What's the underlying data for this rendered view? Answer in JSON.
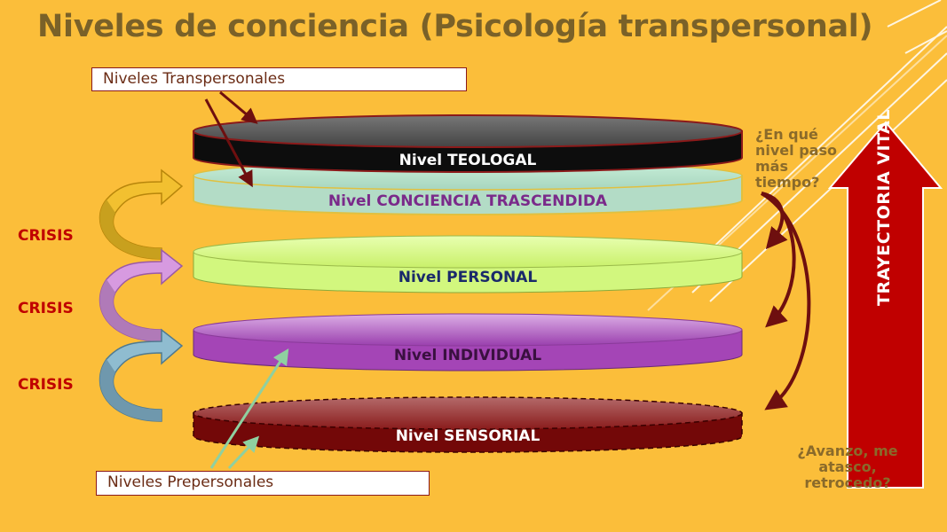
{
  "title": "Niveles de conciencia (Psicología transpersonal)",
  "boxes": {
    "transpersonal": "Niveles Transpersonales",
    "prepersonal": "Niveles Prepersonales"
  },
  "crisis": [
    "CRISIS",
    "CRISIS",
    "CRISIS"
  ],
  "levels": [
    {
      "label": "Nivel TEOLOGAL",
      "color": "#111111",
      "text_color": "#ffffff"
    },
    {
      "label": "Nivel CONCIENCIA TRASCENDIDA",
      "color": "#b3dcc6",
      "text_color": "#7a2a8a"
    },
    {
      "label": "Nivel PERSONAL",
      "color": "#d6f98a",
      "text_color": "#1a2a6a"
    },
    {
      "label": "Nivel INDIVIDUAL",
      "color": "#b04fc0",
      "text_color": "#3a1040"
    },
    {
      "label": "Nivel SENSORIAL",
      "color": "#7a0b0b",
      "text_color": "#ffffff"
    }
  ],
  "question_top": [
    "¿En qué",
    "nivel paso",
    "más",
    "tiempo?"
  ],
  "question_bottom": [
    "¿Avanzo, me",
    "atasco,",
    "retrocedo?"
  ],
  "trajectory": "TRAYECTORIA VITAL"
}
